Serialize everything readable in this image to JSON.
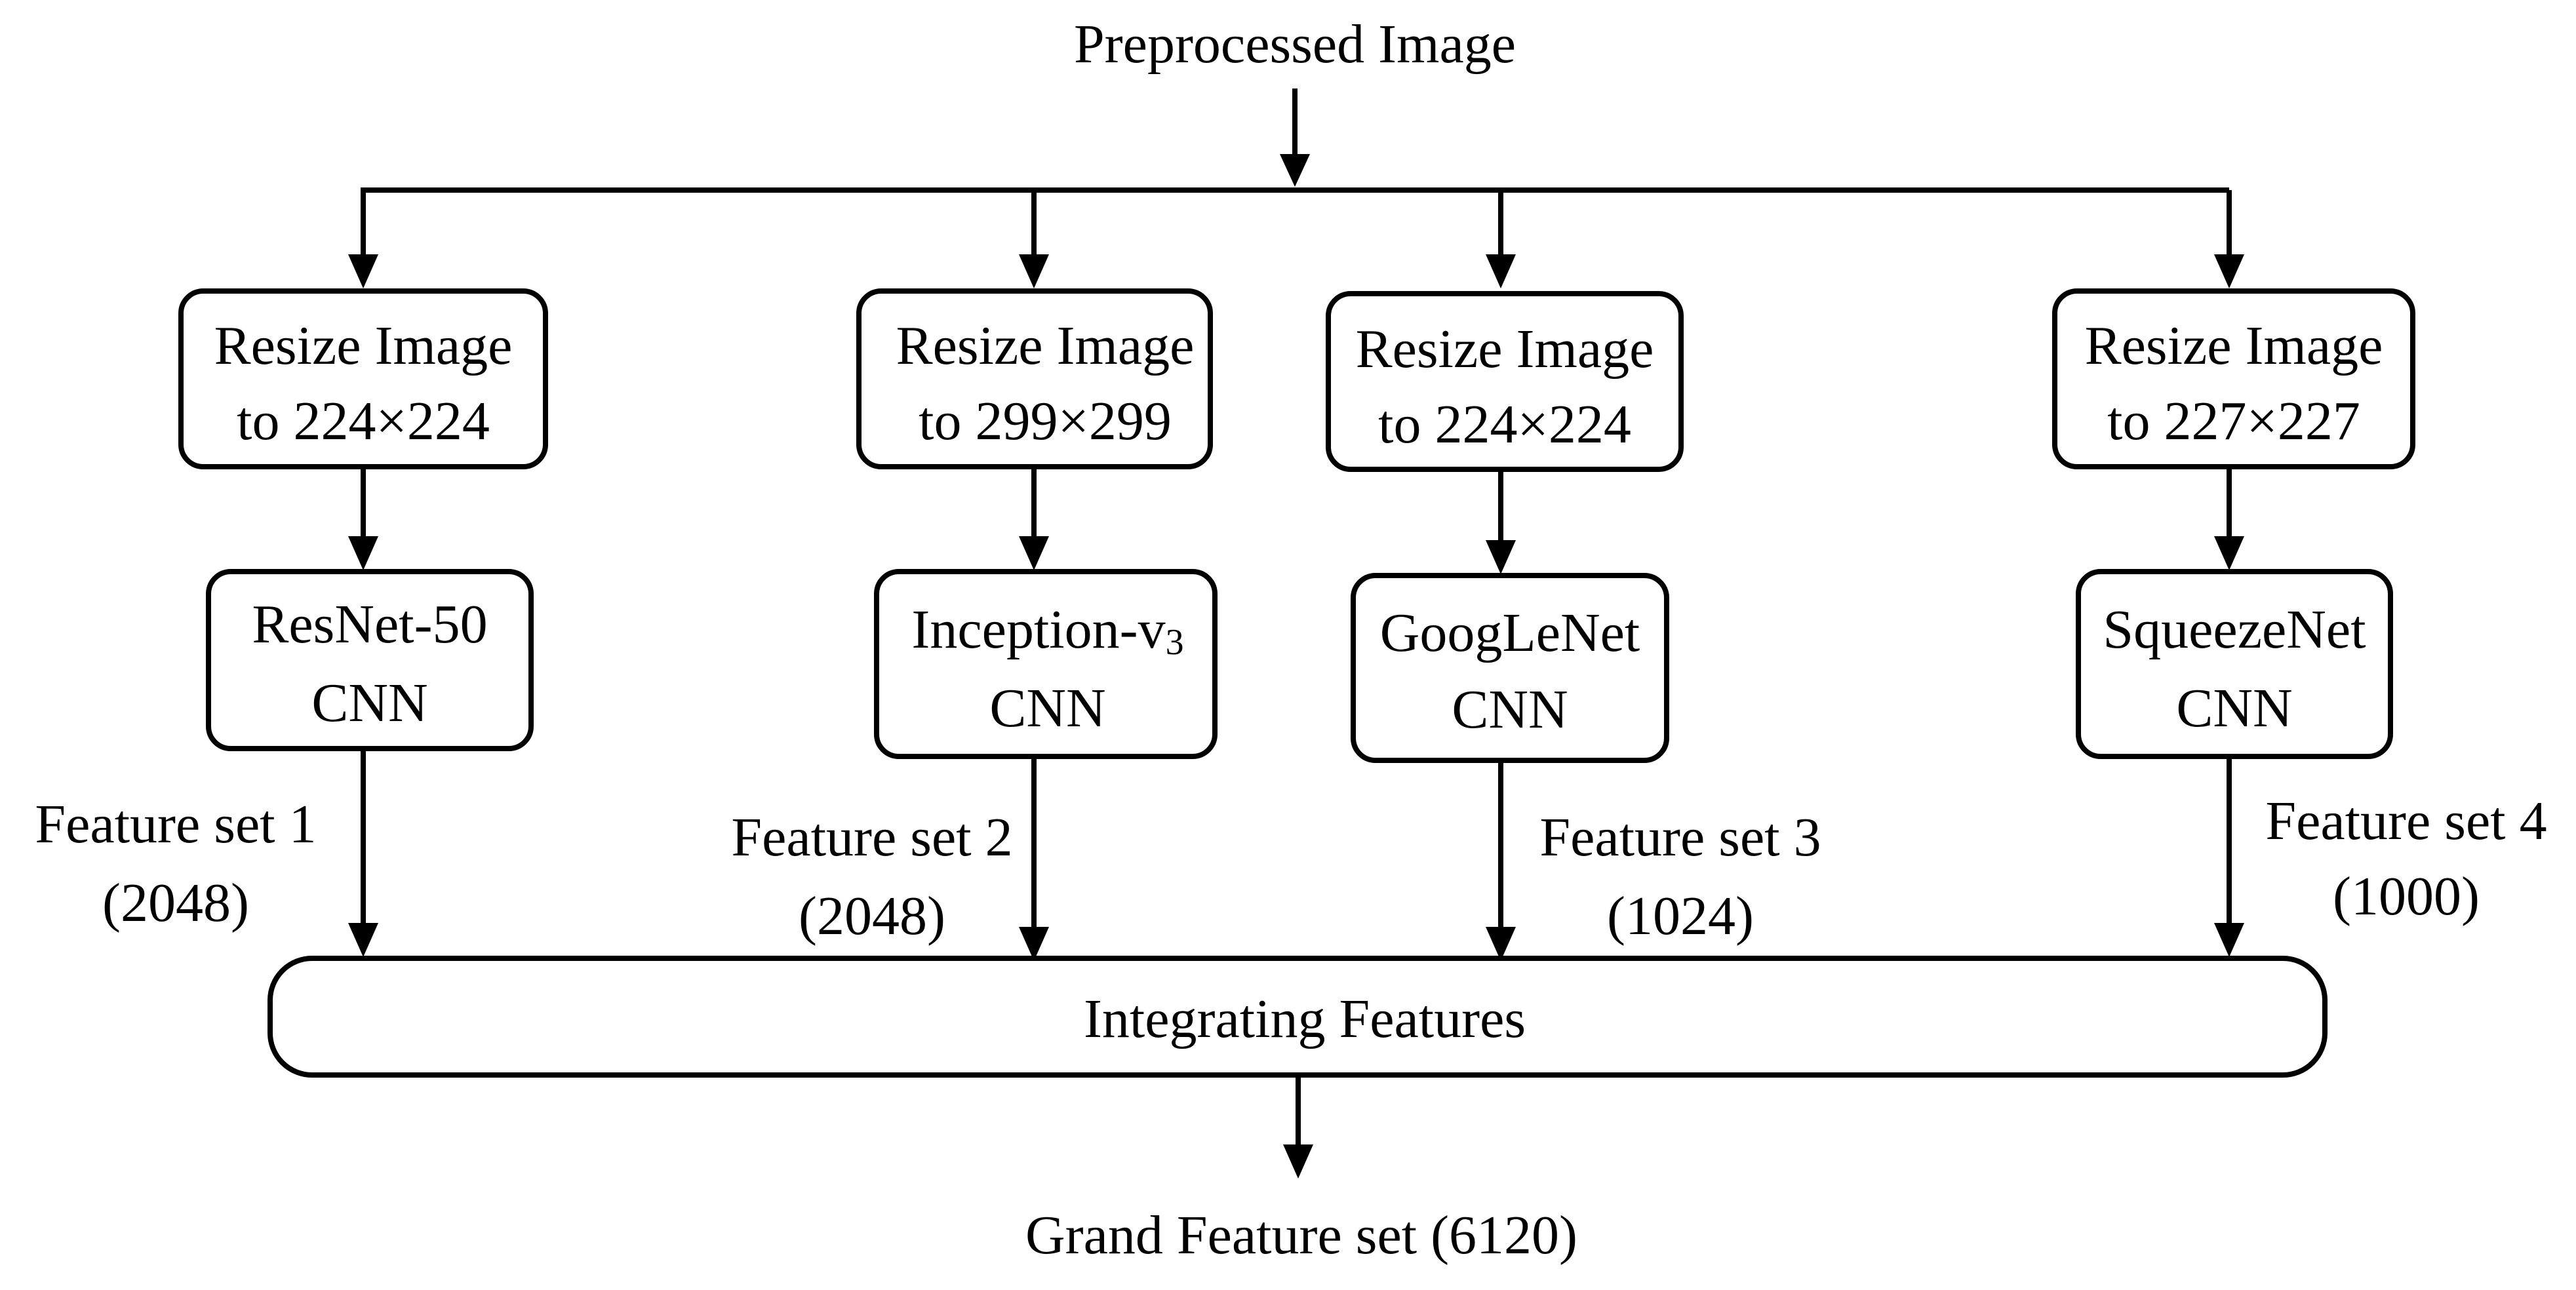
{
  "diagram": {
    "input_label": "Preprocessed Image",
    "output_label": "Grand Feature set (6120)",
    "integrate_label": "Integrating Features",
    "branches": [
      {
        "resize_line1": "Resize Image",
        "resize_line2": "to 224×224",
        "cnn_line1": "ResNet-50",
        "cnn_line2": "CNN",
        "feature_line1": "Feature set 1",
        "feature_line2": "(2048)"
      },
      {
        "resize_line1": "Resize Image",
        "resize_line2": "to 299×299",
        "cnn_line1_main": "Inception-v",
        "cnn_line1_sub": "3",
        "cnn_line2": "CNN",
        "feature_line1": "Feature set 2",
        "feature_line2": "(2048)"
      },
      {
        "resize_line1": "Resize Image",
        "resize_line2": "to 224×224",
        "cnn_line1": "GoogLeNet",
        "cnn_line2": "CNN",
        "feature_line1": "Feature set 3",
        "feature_line2": "(1024)"
      },
      {
        "resize_line1": "Resize Image",
        "resize_line2": "to 227×227",
        "cnn_line1": "SqueezeNet",
        "cnn_line2": "CNN",
        "feature_line1": "Feature set 4",
        "feature_line2": "(1000)"
      }
    ]
  }
}
